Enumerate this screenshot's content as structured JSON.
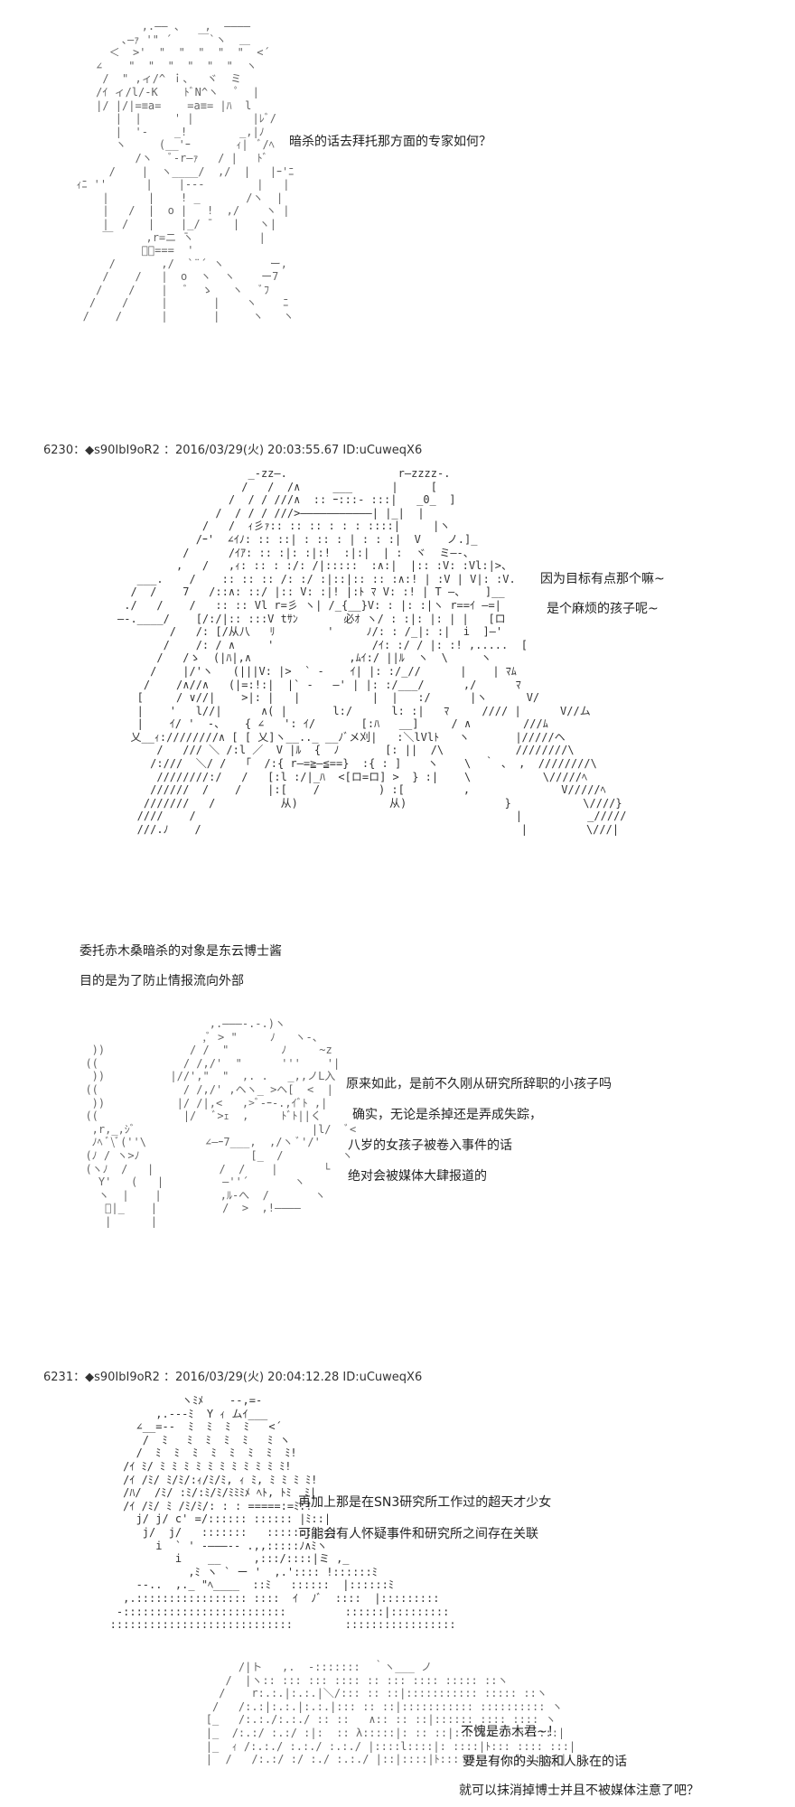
{
  "posts": [
    {
      "dialogue": [
        "暗杀的话去拜托那方面的专家如何？"
      ]
    },
    {
      "header": "6230：◆s90IbI9oR2 ：2016/03/29(火) 20:03:55.67 ID:uCuweqX6",
      "dialogue_right": [
        "因为目标有点那个嘛~",
        "是个麻烦的孩子呢~"
      ],
      "narration": [
        "委托赤木桑暗杀的对象是东云博士酱",
        "目的是为了防止情报流向外部"
      ],
      "dialogue_2": [
        "原来如此，是前不久刚从研究所辞职的小孩子吗",
        "确实，无论是杀掉还是弄成失踪，",
        "八岁的女孩子被卷入事件的话",
        "绝对会被媒体大肆报道的"
      ]
    },
    {
      "header": "6231：◆s90IbI9oR2 ：2016/03/29(火) 20:04:12.28 ID:uCuweqX6",
      "dialogue": [
        "再加上那是在SN3研究所工作过的超天才少女",
        "可能会有人怀疑事件和研究所之间存在关联"
      ],
      "dialogue_2": [
        "不愧是赤木君~！",
        "要是有你的头脑和人脉在的话",
        "就可以抹消掉博士并且不被媒体注意了吧？"
      ]
    }
  ],
  "colors": {
    "text": "#222222",
    "art": "#666666",
    "accent": "#6a1b6a"
  }
}
